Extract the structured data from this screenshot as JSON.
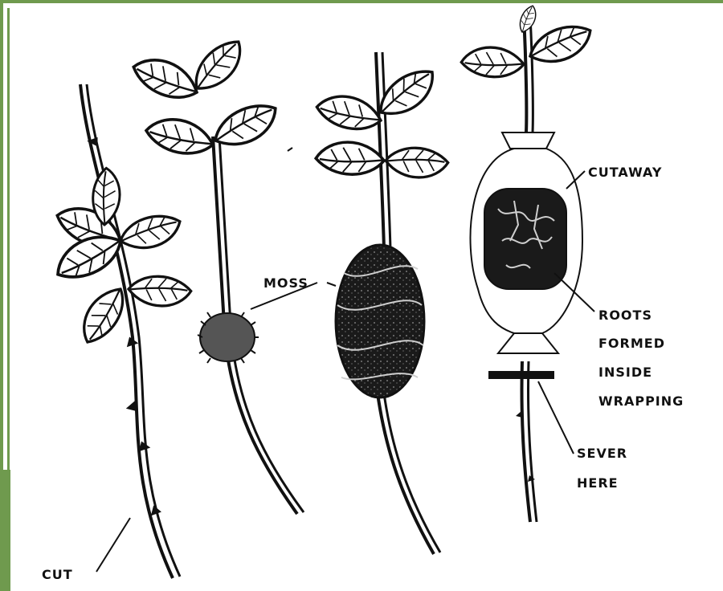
{
  "labels": {
    "cut": "CUT",
    "moss": "MOSS",
    "cutaway": "CUTAWAY",
    "roots_line1": "ROOTS",
    "roots_line2": "FORMED",
    "roots_line3": "INSIDE",
    "roots_line4": "WRAPPING",
    "sever_line1": "SEVER",
    "sever_line2": "HERE"
  },
  "colors": {
    "frame_green": "#6f9a4e",
    "ink": "#111111",
    "paper": "#ffffff",
    "moss_dark": "#1a1a1a"
  }
}
